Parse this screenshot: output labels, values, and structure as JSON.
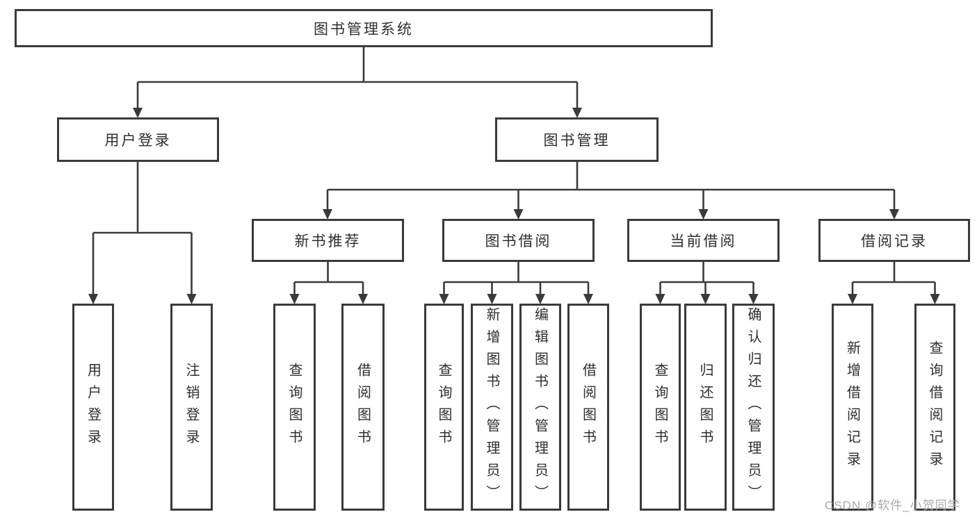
{
  "title": "图书管理系统",
  "modules": {
    "user": {
      "label": "用户登录",
      "children": [
        "用户登录",
        "注销登录"
      ]
    },
    "book": {
      "label": "图书管理",
      "sections": {
        "recommend": {
          "label": "新书推荐",
          "children": [
            "查询图书",
            "借阅图书"
          ]
        },
        "borrow": {
          "label": "图书借阅",
          "children": [
            "查询图书",
            "新增图书（管理员）",
            "编辑图书（管理员）",
            "借阅图书"
          ]
        },
        "current": {
          "label": "当前借阅",
          "children": [
            "查询图书",
            "归还图书",
            "确认归还（管理员）"
          ]
        },
        "records": {
          "label": "借阅记录",
          "children": [
            "新增借阅记录",
            "查询借阅记录"
          ]
        }
      }
    }
  },
  "watermark": "CSDN @软件_小贺同学",
  "colors": {
    "line": "#3a3a3a",
    "box_border": "#3a3a3a",
    "text": "#2e2e2e",
    "watermark_text": "#a9a9a9",
    "background": "#ffffff"
  }
}
